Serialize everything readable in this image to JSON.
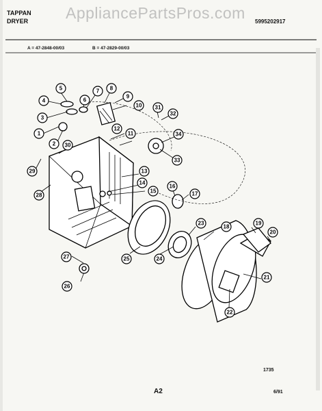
{
  "header": {
    "brand_line1": "TAPPAN",
    "brand_line2": "DRYER",
    "watermark": "AppliancePartsPros.com",
    "doc_number": "5995202917"
  },
  "variants": {
    "a": "A = 47-2848-00/03",
    "b": "B = 47-2829-00/03"
  },
  "callouts": [
    "1",
    "2",
    "3",
    "4",
    "5",
    "6",
    "7",
    "8",
    "9",
    "10",
    "11",
    "12",
    "13",
    "14",
    "15",
    "16",
    "17",
    "18",
    "19",
    "20",
    "21",
    "22",
    "23",
    "24",
    "25",
    "26",
    "27",
    "28",
    "29",
    "30",
    "31",
    "32",
    "33",
    "34"
  ],
  "footer": {
    "figure_number": "1735",
    "page_label": "A2",
    "date": "6/91"
  }
}
